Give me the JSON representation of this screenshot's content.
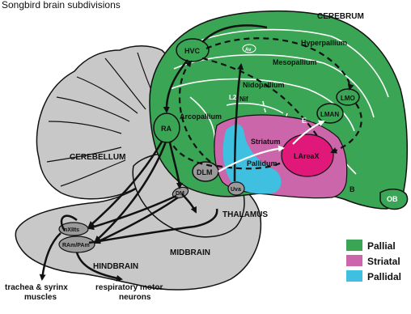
{
  "title": "Songbird brain subdivisions",
  "regions": {
    "cerebrum": "CEREBRUM",
    "cerebellum": "CEREBELLUM",
    "thalamus": "THALAMUS",
    "midbrain": "MIDBRAIN",
    "hindbrain": "HINDBRAIN",
    "hyperpallium": "Hyperpallium",
    "mesopallium": "Mesopallium",
    "nidopallium": "Nidopallium",
    "arcopallium": "Arcopallium",
    "striatum": "Striatum",
    "pallidum": "Pallidum",
    "e_label": "E",
    "b_label": "B",
    "ob": "OB",
    "l2": "L2"
  },
  "nuclei": {
    "hvc": "HVC",
    "ra": "RA",
    "lmo": "LMO",
    "lman": "LMAN",
    "areax": "LAreaX",
    "dlm": "DLM",
    "uva": "Uva",
    "dm": "DM",
    "nxiits": "nXIIts",
    "ram": "RAm/PAm",
    "nif": "Nif",
    "av": "Av"
  },
  "outputs": {
    "trachea": [
      "trachea & syrinx",
      "muscles"
    ],
    "respiratory": [
      "respiratory motor",
      "neurons"
    ]
  },
  "legend": [
    {
      "label": "Pallial",
      "color": "#3aa655"
    },
    {
      "label": "Striatal",
      "color": "#cc66aa"
    },
    {
      "label": "Pallidal",
      "color": "#3fc0e0"
    }
  ],
  "colors": {
    "pallial": "#3aa655",
    "striatal": "#cc66aa",
    "pallidal": "#3fc0e0",
    "areax": "#e0187a",
    "hindbrain_gray": "#c8c8c8",
    "nucleus_gray": "#9a9a9a"
  }
}
